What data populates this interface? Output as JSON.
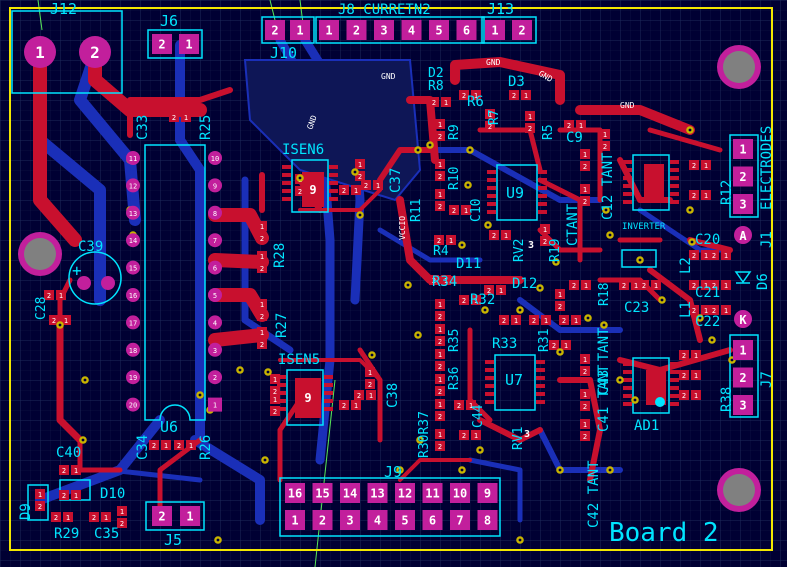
{
  "board": {
    "title": "Board 2",
    "colors": {
      "background": "#000033",
      "grid": "#1e2a5a",
      "outline": "#f2e600",
      "top_copper": "#c8102e",
      "bottom_copper": "#1a2fb8",
      "silkscreen": "#00e5ff",
      "pad": "#c21f9c",
      "pad_text": "#ffffff",
      "via": "#c8b400",
      "ratsnest": "#58e858"
    }
  },
  "net_labels": [
    "GND",
    "GND",
    "GND",
    "GND",
    "GND",
    "VCCIO"
  ],
  "designators": {
    "j12": "J12",
    "j6": "J6",
    "j10": "J10",
    "j8": "J8 CURRETN2",
    "j13": "J13",
    "d2": "D2",
    "d3": "D3",
    "r8": "R8",
    "r6": "R6",
    "r7": "R7",
    "r9": "R9",
    "r5": "R5",
    "c9": "C9",
    "c33": "C33",
    "r25": "R25",
    "isen6": "ISEN6",
    "c37": "C37",
    "r10": "R10",
    "r11": "R11",
    "c10": "C10",
    "u9": "U9",
    "c12": "C12 TANT",
    "r12": "R12",
    "electrodes": "ELECTRODES",
    "r4": "R4",
    "rv2": "RV2",
    "r19": "R19",
    "ctant": "CTANT",
    "inverter": "INVERTER",
    "c20": "C20",
    "j1": "J1",
    "d11": "D11",
    "l2": "L2",
    "c39": "C39",
    "r28": "R28",
    "r34": "R34",
    "r32": "R32",
    "d12": "D12",
    "r18": "R18",
    "c21": "C21",
    "d6": "D6",
    "c28": "C28",
    "c23": "C23",
    "l1": "L1",
    "c22": "C22",
    "r27": "R27",
    "r35": "R35",
    "r31": "R31",
    "r33": "R33",
    "c43": "C43 TANT",
    "isen5": "ISEN5",
    "r36": "R36",
    "c38": "C38",
    "u7": "U7",
    "c41": "C41 TANT",
    "r38": "R38",
    "j7": "J7",
    "r30r37": "R30R37",
    "c44": "C44",
    "ad1": "AD1",
    "rv1": "RV1",
    "c34": "C34",
    "u6": "U6",
    "r26": "R26",
    "c40": "C40",
    "j9": "J9",
    "c42": "C42 TANT",
    "d9": "D9",
    "d10": "D10",
    "r29": "R29",
    "c35": "C35",
    "j5": "J5"
  },
  "connector_pins": {
    "j12": [
      "1",
      "2"
    ],
    "j6": [
      "2",
      "1"
    ],
    "j10": [
      "2",
      "1"
    ],
    "j8": [
      "1",
      "2",
      "3",
      "4",
      "5",
      "6"
    ],
    "j13": [
      "1",
      "2"
    ],
    "j5": [
      "2",
      "1"
    ],
    "j9_top": [
      "16",
      "15",
      "14",
      "13",
      "12",
      "11",
      "10",
      "9"
    ],
    "j9_bottom": [
      "1",
      "2",
      "3",
      "4",
      "5",
      "6",
      "7",
      "8"
    ],
    "electrodes": [
      "1",
      "2",
      "3"
    ],
    "j7": [
      "1",
      "2",
      "3"
    ]
  },
  "dip_pins_left": [
    "11",
    "12",
    "13",
    "14",
    "15",
    "16",
    "17",
    "18",
    "19",
    "20"
  ],
  "dip_pins_right": [
    "10",
    "9",
    "8",
    "7",
    "6",
    "5",
    "4",
    "3",
    "2",
    "1"
  ],
  "pad_numbers": {
    "isen6": "9",
    "isen5": "9",
    "u9": "1",
    "u7": "1",
    "rv2": "3",
    "rv1": "3",
    "j1_anode": "A",
    "j1_cathode": "K",
    "small_one": "1",
    "small_two": "2"
  }
}
